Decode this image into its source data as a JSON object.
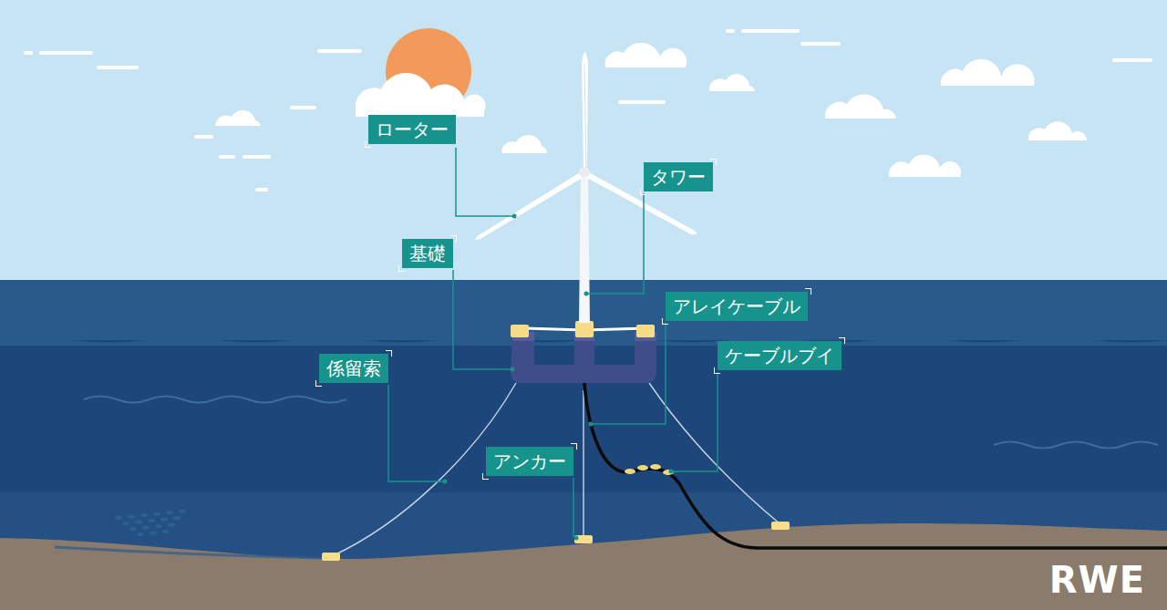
{
  "diagram": {
    "labels": [
      "ローター",
      "タワー",
      "基礎",
      "アレイケーブル",
      "ケーブルブイ",
      "係留索",
      "アンカー",
      "RWE"
    ]
  }
}
